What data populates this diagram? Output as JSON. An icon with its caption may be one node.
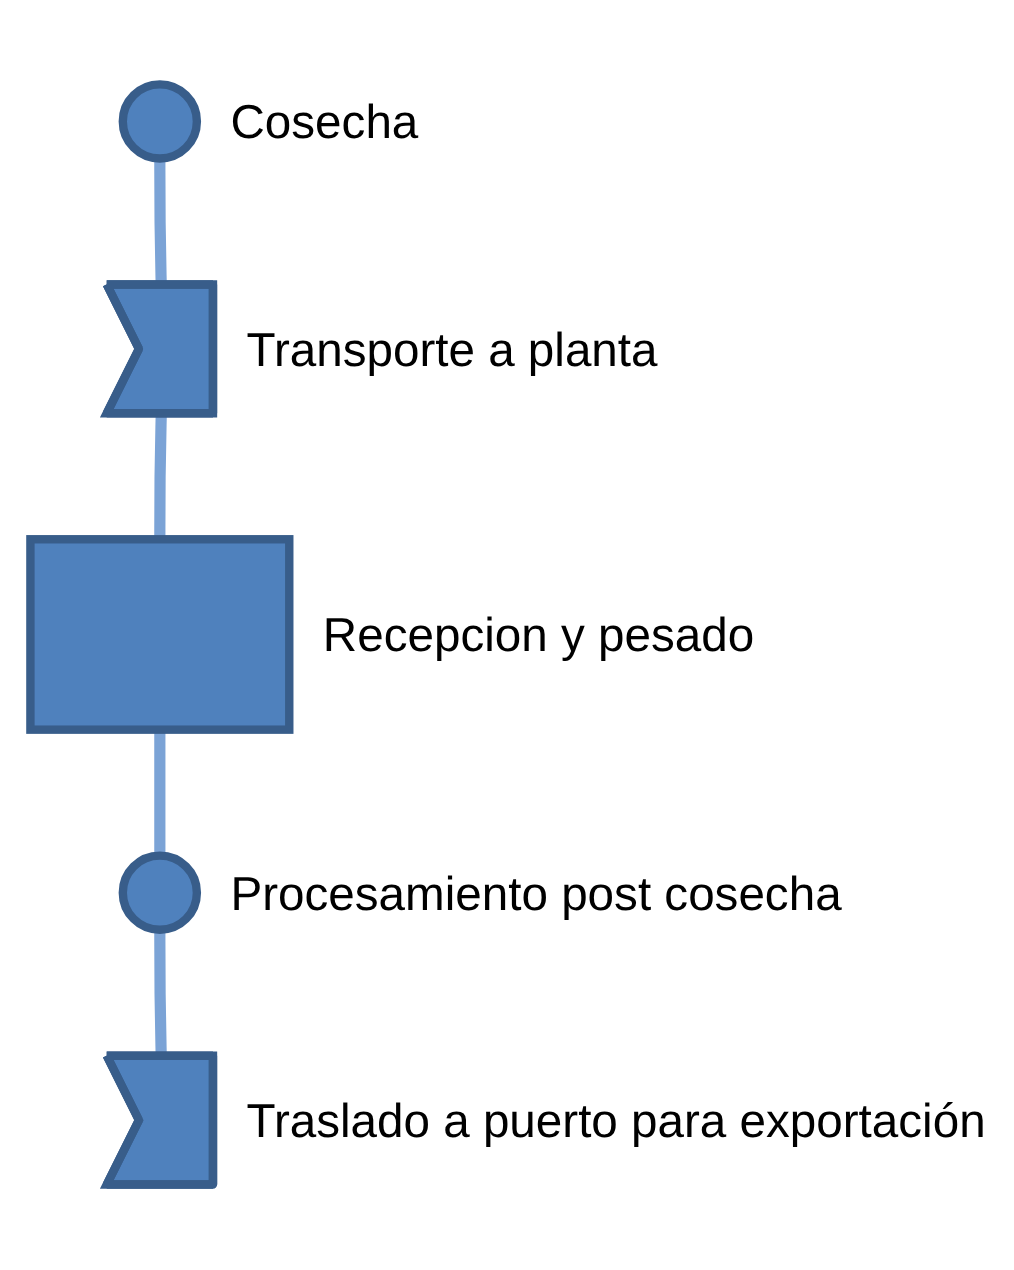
{
  "diagram": {
    "nodes": [
      {
        "text": [],
        "shape": "circle",
        "beside": [
          "Cosecha"
        ]
      },
      {
        "text": [],
        "shape": "arrow",
        "beside": [
          "Transporte a planta"
        ]
      },
      {
        "text": [],
        "shape": "box",
        "beside": [
          "Recepcion y pesado"
        ]
      },
      {
        "text": [],
        "shape": "circle",
        "beside": [
          "Procesamiento post cosecha"
        ]
      },
      {
        "text": [],
        "shape": "arrow",
        "beside": [
          "Traslado a puerto para exportación"
        ]
      }
    ],
    "edges": [
      {
        "from": 0,
        "to": 1,
        "arrow": "none"
      },
      {
        "from": 1,
        "to": 2,
        "arrow": "none"
      },
      {
        "from": 2,
        "to": 3,
        "arrow": "none"
      },
      {
        "from": 3,
        "to": 4,
        "arrow": "none"
      }
    ]
  }
}
